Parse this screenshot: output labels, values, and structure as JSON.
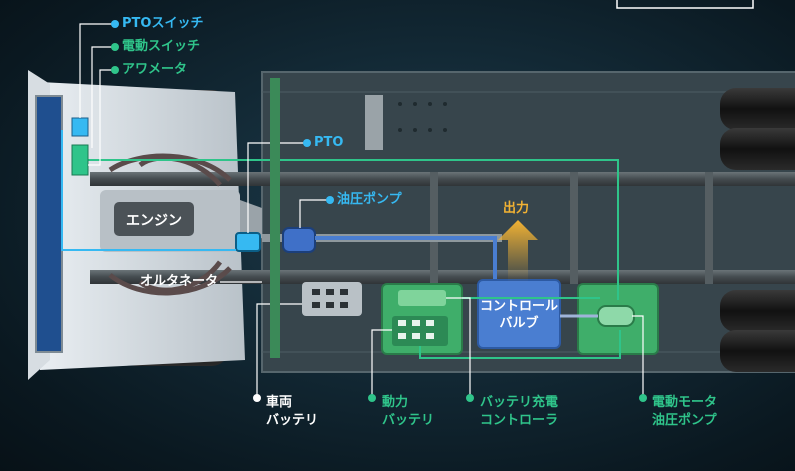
{
  "labels": {
    "pto_switch": "PTOスイッチ",
    "electric_switch": "電動スイッチ",
    "ammeter": "アワメータ",
    "pto": "PTO",
    "hydraulic_pump": "油圧ポンプ",
    "output": "出力",
    "engine": "エンジン",
    "alternator": "オルタネータ",
    "control_valve": [
      "コントロール",
      "バルブ"
    ],
    "vehicle_battery": [
      "車両",
      "バッテリ"
    ],
    "power_battery": [
      "動力",
      "バッテリ"
    ],
    "battery_charge_controller": [
      "バッテリ充電",
      "コントローラ"
    ],
    "electric_motor_pump": [
      "電動モータ",
      "油圧ポンプ"
    ]
  },
  "colors": {
    "cyan": "#36b9f2",
    "green": "#2fc48a",
    "control_valve_blue": "#4a7ed1",
    "module_green": "#3fae6a",
    "output_arrow": "#f2b233"
  }
}
